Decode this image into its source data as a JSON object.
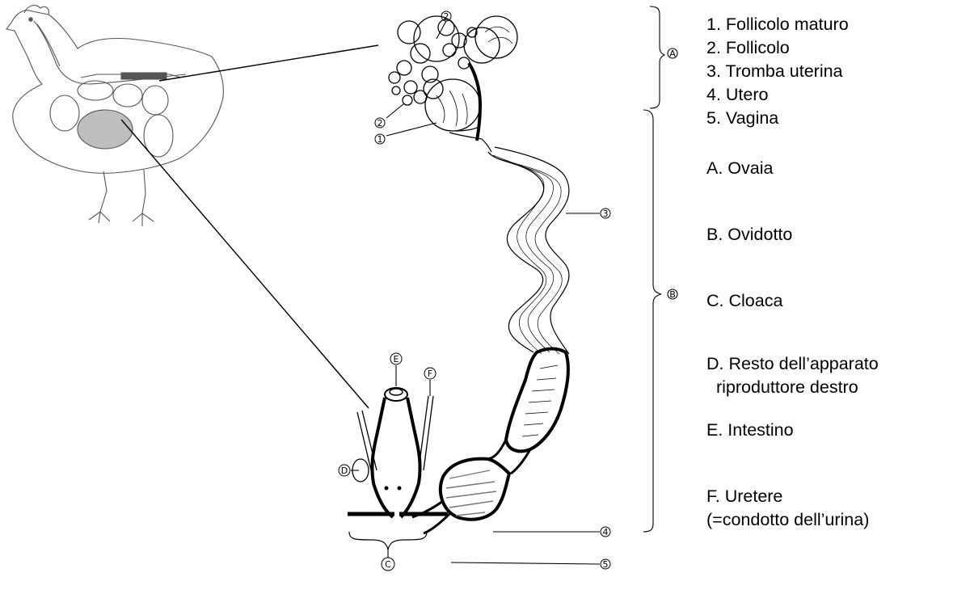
{
  "diagram": {
    "callouts": {
      "n1": "1",
      "n2a": "2",
      "n2b": "2",
      "n3": "3",
      "n4": "4",
      "n5": "5",
      "A": "A",
      "B": "B",
      "C": "C",
      "D": "D",
      "E": "E",
      "F": "F"
    },
    "legend": {
      "items": [
        "1. Follicolo maturo",
        "2. Follicolo",
        "3. Tromba uterina",
        "4. Utero",
        "5. Vagina",
        "A. Ovaia",
        "B. Ovidotto",
        "C. Cloaca",
        "D. Resto dell’apparato",
        "riproduttore destro",
        "E. Intestino",
        "F. Uretere",
        "(=condotto dell’urina)"
      ]
    },
    "colors": {
      "ink": "#000000",
      "sketch": "#555555",
      "stipple": "#777777"
    }
  }
}
